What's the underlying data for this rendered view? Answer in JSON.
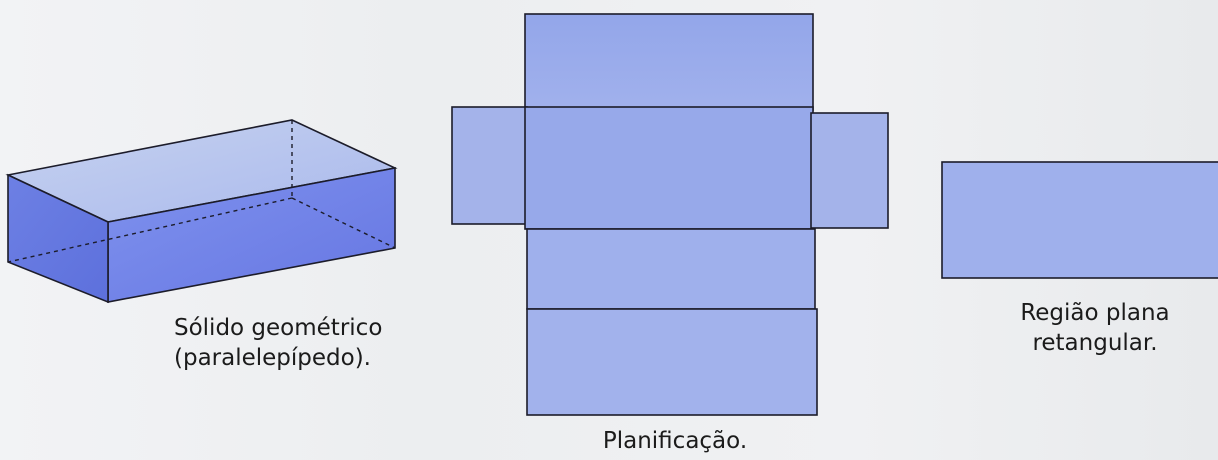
{
  "colors": {
    "face_light": "#a9b9ec",
    "face_mid": "#8a9ff0",
    "face_dark": "#6f7fe6",
    "net_fill": "#98a9ea",
    "region_fill": "#9fb0ec",
    "stroke": "#1c1c2a",
    "text": "#1b1b1b"
  },
  "solid": {
    "caption_line1": "Sólido geométrico",
    "caption_line2": "(paralelepípedo)."
  },
  "net": {
    "caption": "Planificação."
  },
  "region": {
    "caption_line1": "Região plana",
    "caption_line2": "retangular."
  }
}
